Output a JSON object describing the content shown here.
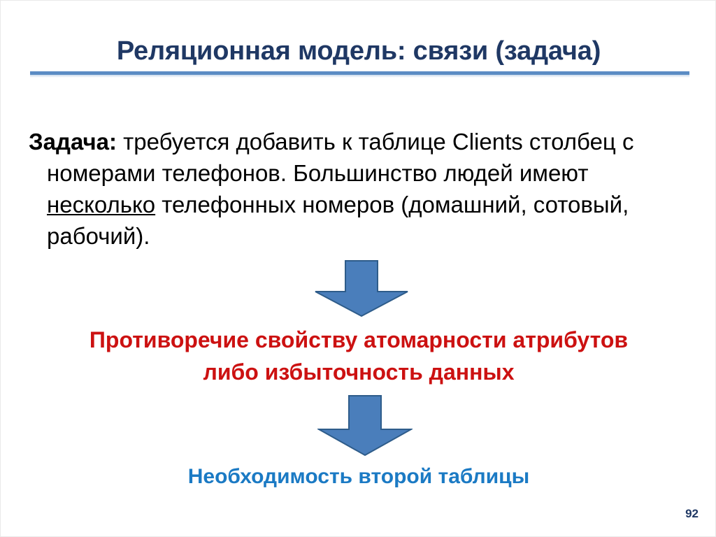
{
  "slide": {
    "title": "Реляционная модель: связи (задача)",
    "page_number": "92",
    "colors": {
      "title": "#1F3864",
      "rule": "#5B8CC4",
      "body_text": "#000000",
      "warning_text": "#CC1111",
      "conclusion_text": "#1B7AC4",
      "arrow_fill": "#4A7EBB",
      "arrow_stroke": "#2E5C8A",
      "background": "#FFFFFF"
    },
    "body": {
      "lead_label": "Задача:",
      "text_part_1": " требуется добавить к таблице Clients столбец с номерами телефонов. Большинство людей имеют ",
      "emphasis": "несколько",
      "text_part_2": " телефонных номеров (домашний, сотовый, рабочий).",
      "full_text": "Задача: требуется добавить к таблице Clients столбец с номерами телефонов. Большинство людей имеют несколько телефонных номеров (домашний, сотовый, рабочий)."
    },
    "flow": {
      "arrow_1": "down-arrow",
      "warning_line_1": "Противоречие свойству атомарности атрибутов",
      "warning_line_2": "либо избыточность данных",
      "arrow_2": "down-arrow",
      "conclusion": "Необходимость второй таблицы"
    }
  }
}
